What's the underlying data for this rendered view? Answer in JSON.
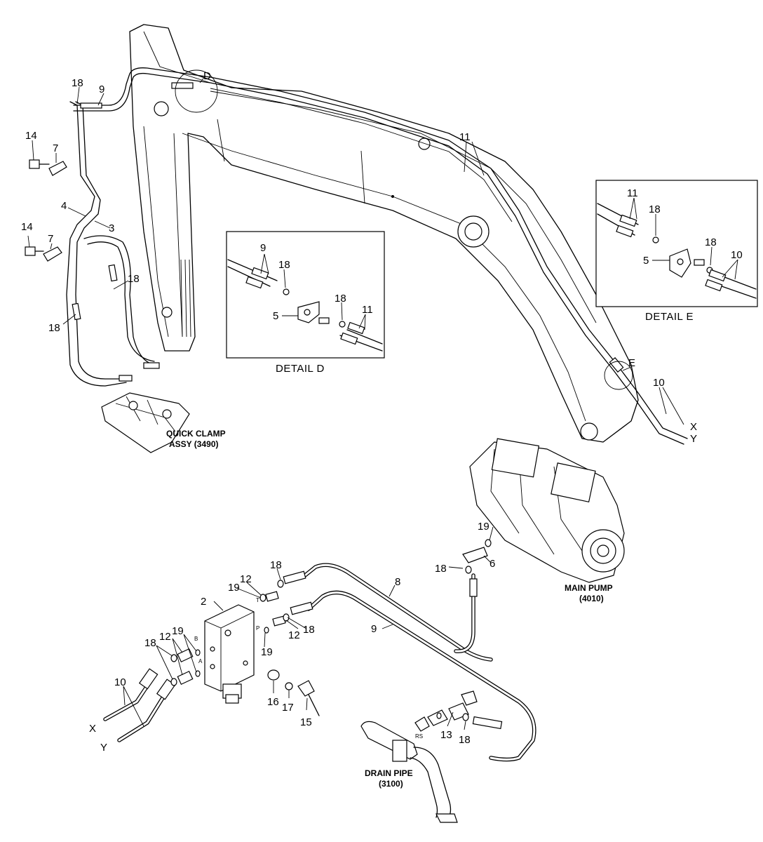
{
  "callouts": {
    "n2": "2",
    "n3": "3",
    "n4": "4",
    "n5": "5",
    "n6": "6",
    "n7": "7",
    "n8": "8",
    "n9": "9",
    "n10": "10",
    "n11": "11",
    "n12": "12",
    "n13": "13",
    "n14": "14",
    "n15": "15",
    "n16": "16",
    "n17": "17",
    "n18": "18",
    "n19": "19"
  },
  "letters": {
    "d": "D",
    "e": "E",
    "x": "X",
    "y": "Y"
  },
  "ports": {
    "t": "T",
    "p": "P",
    "b": "B",
    "a": "A",
    "rs": "RS"
  },
  "details": {
    "d_caption": "DETAIL  D",
    "e_caption": "DETAIL  E"
  },
  "components": {
    "quick_clamp_l1": "QUICK CLAMP",
    "quick_clamp_l2": "ASSY (3490)",
    "main_pump_l1": "MAIN PUMP",
    "main_pump_l2": "(4010)",
    "drain_pipe_l1": "DRAIN PIPE",
    "drain_pipe_l2": "(3100)"
  }
}
